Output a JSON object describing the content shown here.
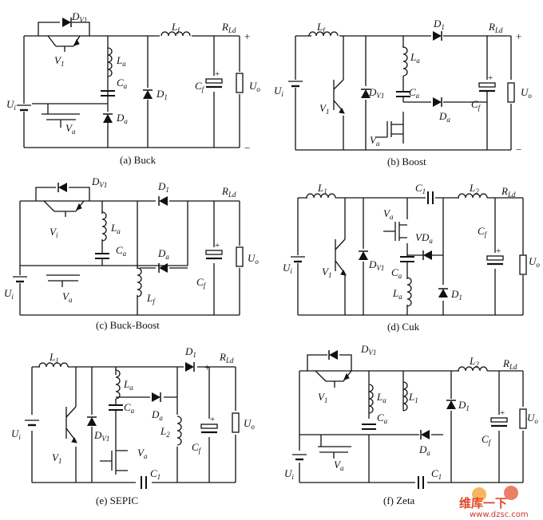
{
  "panels": {
    "buck": {
      "caption": "(a) Buck",
      "labels": {
        "dv1": "D",
        "dv1_sub": "V1",
        "lf": "L",
        "lf_sub": "f",
        "rld": "R",
        "rld_sub": "Ld",
        "v1": "V",
        "v1_sub": "1",
        "la": "L",
        "la_sub": "a",
        "ca": "C",
        "ca_sub": "a",
        "ui": "U",
        "ui_sub": "i",
        "va": "V",
        "va_sub": "a",
        "da": "D",
        "da_sub": "a",
        "d1": "D",
        "d1_sub": "1",
        "cf": "C",
        "cf_sub": "f",
        "uo": "U",
        "uo_sub": "o",
        "plus": "+",
        "minus": "−"
      }
    },
    "boost": {
      "caption": "(b) Boost",
      "labels": {
        "lf": "L",
        "lf_sub": "f",
        "d1": "D",
        "d1_sub": "1",
        "rld": "R",
        "rld_sub": "Ld",
        "la": "L",
        "la_sub": "a",
        "ui": "U",
        "ui_sub": "i",
        "v1": "V",
        "v1_sub": "1",
        "dv1": "D",
        "dv1_sub": "V1",
        "ca": "C",
        "ca_sub": "a",
        "da": "D",
        "da_sub": "a",
        "cf": "C",
        "cf_sub": "f",
        "uo": "U",
        "uo_sub": "o",
        "va": "V",
        "va_sub": "a",
        "plus": "+",
        "minus": "−"
      }
    },
    "buckboost": {
      "caption": "(c) Buck-Boost",
      "labels": {
        "dv1": "D",
        "dv1_sub": "V1",
        "d1": "D",
        "d1_sub": "1",
        "rld": "R",
        "rld_sub": "Ld",
        "v1": "V",
        "v1_sub": "i",
        "la": "L",
        "la_sub": "a",
        "ca": "C",
        "ca_sub": "a",
        "da": "D",
        "da_sub": "a",
        "uo": "U",
        "uo_sub": "o",
        "cf": "C",
        "cf_sub": "f",
        "ui": "U",
        "ui_sub": "i",
        "va": "V",
        "va_sub": "a",
        "lf": "L",
        "lf_sub": "f"
      }
    },
    "cuk": {
      "caption": "(d) Cuk",
      "labels": {
        "l1": "L",
        "l1_sub": "1",
        "c1": "C",
        "c1_sub": "1",
        "l2": "L",
        "l2_sub": "2",
        "rld": "R",
        "rld_sub": "Ld",
        "va": "V",
        "va_sub": "a",
        "vda": "VD",
        "vda_sub": "a",
        "cf": "C",
        "cf_sub": "f",
        "ui": "U",
        "ui_sub": "i",
        "v1": "V",
        "v1_sub": "1",
        "dv1": "D",
        "dv1_sub": "V1",
        "ca": "C",
        "ca_sub": "a",
        "la": "L",
        "la_sub": "a",
        "d1": "D",
        "d1_sub": "1",
        "uo": "U",
        "uo_sub": "o"
      }
    },
    "sepic": {
      "caption": "(e) SEPIC",
      "labels": {
        "l1": "L",
        "l1_sub": "1",
        "d1": "D",
        "d1_sub": "1",
        "rld": "R",
        "rld_sub": "Ld",
        "la": "L",
        "la_sub": "a",
        "ca": "C",
        "ca_sub": "a",
        "da": "D",
        "da_sub": "a",
        "l2": "L",
        "l2_sub": "2",
        "ui": "U",
        "ui_sub": "i",
        "dv1": "D",
        "dv1_sub": "V1",
        "cf": "C",
        "cf_sub": "f",
        "uo": "U",
        "uo_sub": "o",
        "v1": "V",
        "v1_sub": "1",
        "va": "V",
        "va_sub": "a",
        "c1": "C",
        "c1_sub": "1",
        "plus": "+"
      }
    },
    "zeta": {
      "caption": "(f) Zeta",
      "labels": {
        "dv1": "D",
        "dv1_sub": "V1",
        "l2": "L",
        "l2_sub": "2",
        "rld": "R",
        "rld_sub": "Ld",
        "v1": "V",
        "v1_sub": "1",
        "la": "L",
        "la_sub": "a",
        "l1": "L",
        "l1_sub": "1",
        "d1": "D",
        "d1_sub": "1",
        "ca": "C",
        "ca_sub": "a",
        "uo": "U",
        "uo_sub": "o",
        "cf": "C",
        "cf_sub": "f",
        "da": "D",
        "da_sub": "a",
        "va": "V",
        "va_sub": "a",
        "ui": "U",
        "ui_sub": "i",
        "c1": "C",
        "c1_sub": "1"
      }
    }
  },
  "watermark": {
    "line1": "维库一下",
    "line2": "www.dzsc.com"
  }
}
